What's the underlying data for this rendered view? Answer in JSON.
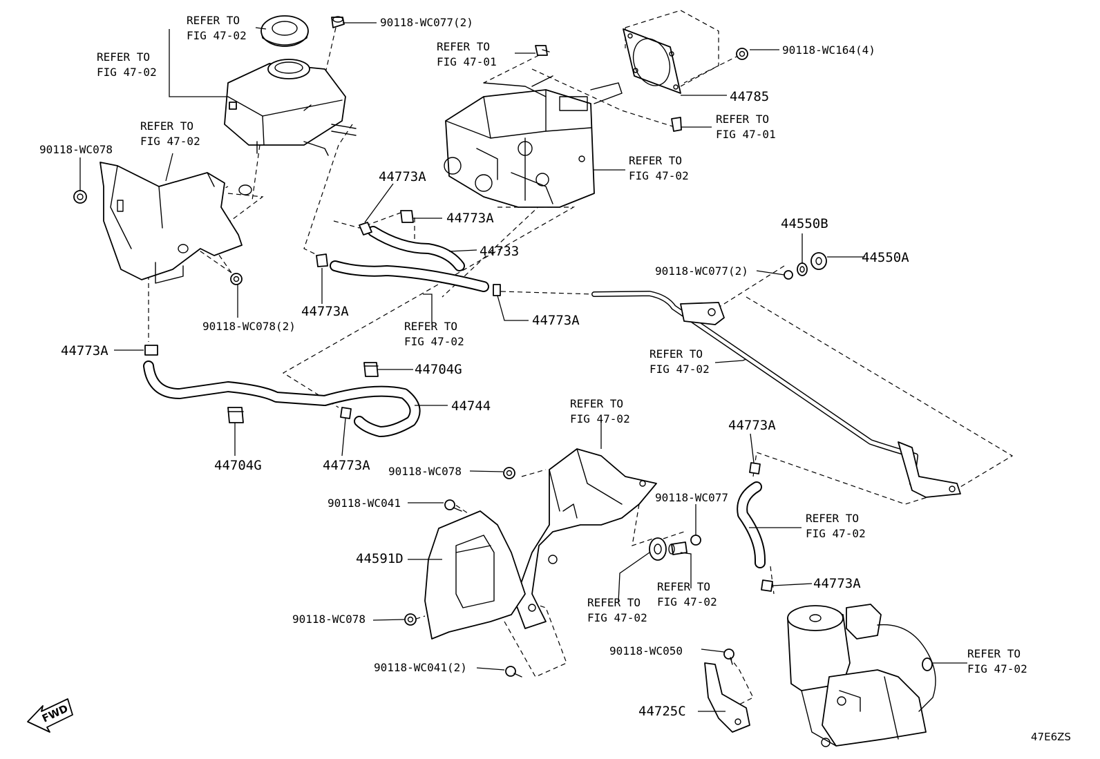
{
  "diagram": {
    "id_code": "47E6ZS",
    "fwd_label": "FWD",
    "labels": {
      "refer_cap_1": "REFER TO",
      "refer_cap_2": "FIG 47-02",
      "bolt_top": "90118-WC077(2)",
      "refer_tank_1": "REFER TO",
      "refer_tank_2": "FIG 47-02",
      "refer_bolt_top_1": "REFER TO",
      "refer_bolt_top_2": "FIG 47-01",
      "nut_4": "90118-WC164(4)",
      "gasket": "44785",
      "refer_clip_1": "REFER TO",
      "refer_clip_2": "FIG 47-01",
      "refer_actuator_1": "REFER TO",
      "refer_actuator_2": "FIG 47-02",
      "refer_bracket_1": "REFER TO",
      "refer_bracket_2": "FIG 47-02",
      "nut_left": "90118-WC078",
      "clamp_a1": "44773A",
      "clamp_a2": "44773A",
      "hose_44733": "44733",
      "clamp_a3": "44773A",
      "refer_hose_1": "REFER TO",
      "refer_hose_2": "FIG 47-02",
      "clamp_a4": "44773A",
      "nut_bracket_2": "90118-WC078(2)",
      "clamp_a5": "44773A",
      "grommet_b": "44550B",
      "grommet_a": "44550A",
      "nut_wc077_2": "90118-WC077(2)",
      "refer_pipe_1": "REFER TO",
      "refer_pipe_2": "FIG 47-02",
      "clip_g1": "44704G",
      "hose_44744": "44744",
      "clip_g2": "44704G",
      "clamp_a6": "44773A",
      "refer_pump_bracket_1": "REFER TO",
      "refer_pump_bracket_2": "FIG 47-02",
      "clamp_a7": "44773A",
      "nut_wc078_mid": "90118-WC078",
      "bolt_wc041": "90118-WC041",
      "bolt_wc077": "90118-WC077",
      "shield": "44591D",
      "refer_hose_right_1": "REFER TO",
      "refer_hose_right_2": "FIG 47-02",
      "clamp_a8": "44773A",
      "refer_cushion_1": "REFER TO",
      "refer_cushion_2": "FIG 47-02",
      "refer_collar_1": "REFER TO",
      "refer_collar_2": "FIG 47-02",
      "nut_wc078_low": "90118-WC078",
      "bolt_wc050": "90118-WC050",
      "refer_pump_1": "REFER TO",
      "refer_pump_2": "FIG 47-02",
      "bolt_wc041_2": "90118-WC041(2)",
      "bracket_c": "44725C"
    }
  }
}
